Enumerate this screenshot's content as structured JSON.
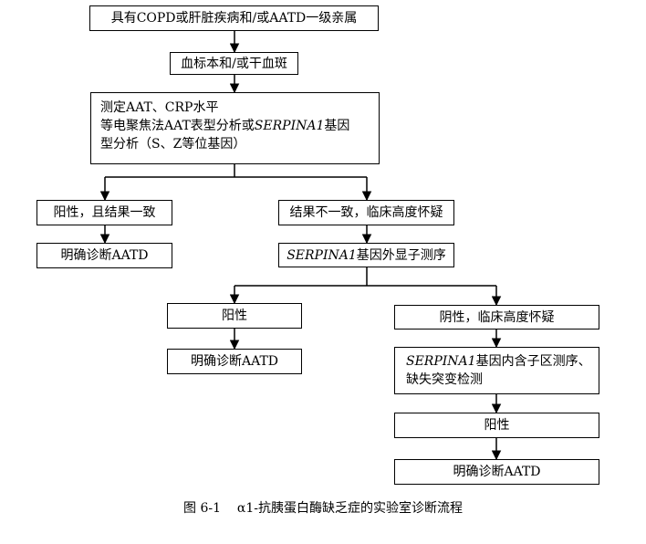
{
  "flowchart": {
    "start": "具有COPD或肝脏疾病和/或AATD一级亲属",
    "sample": "血标本和/或干血斑",
    "tests": {
      "line1": "测定AAT、CRP水平",
      "line2_prefix": "等电聚焦法AAT表型分析或",
      "line2_gene": "SERPINA1",
      "line2_suffix": "基因",
      "line3": "型分析（S、Z等位基因）"
    },
    "left_branch": {
      "condition": "阳性，且结果一致",
      "diagnosis": "明确诊断AATD"
    },
    "right_branch": {
      "condition": "结果不一致，临床高度怀疑",
      "exon_gene": "SERPINA1",
      "exon_text": "基因外显子测序",
      "positive": "阳性",
      "positive_diagnosis": "明确诊断AATD",
      "negative": "阴性，临床高度怀疑",
      "intron_gene": "SERPINA1",
      "intron_text_a": "基因内含子区测序、",
      "intron_text_b": "缺失突变检测",
      "final_positive": "阳性",
      "final_diagnosis": "明确诊断AATD"
    }
  },
  "caption": {
    "label": "图 6-1",
    "title": "α1-抗胰蛋白酶缺乏症的实验室诊断流程"
  }
}
